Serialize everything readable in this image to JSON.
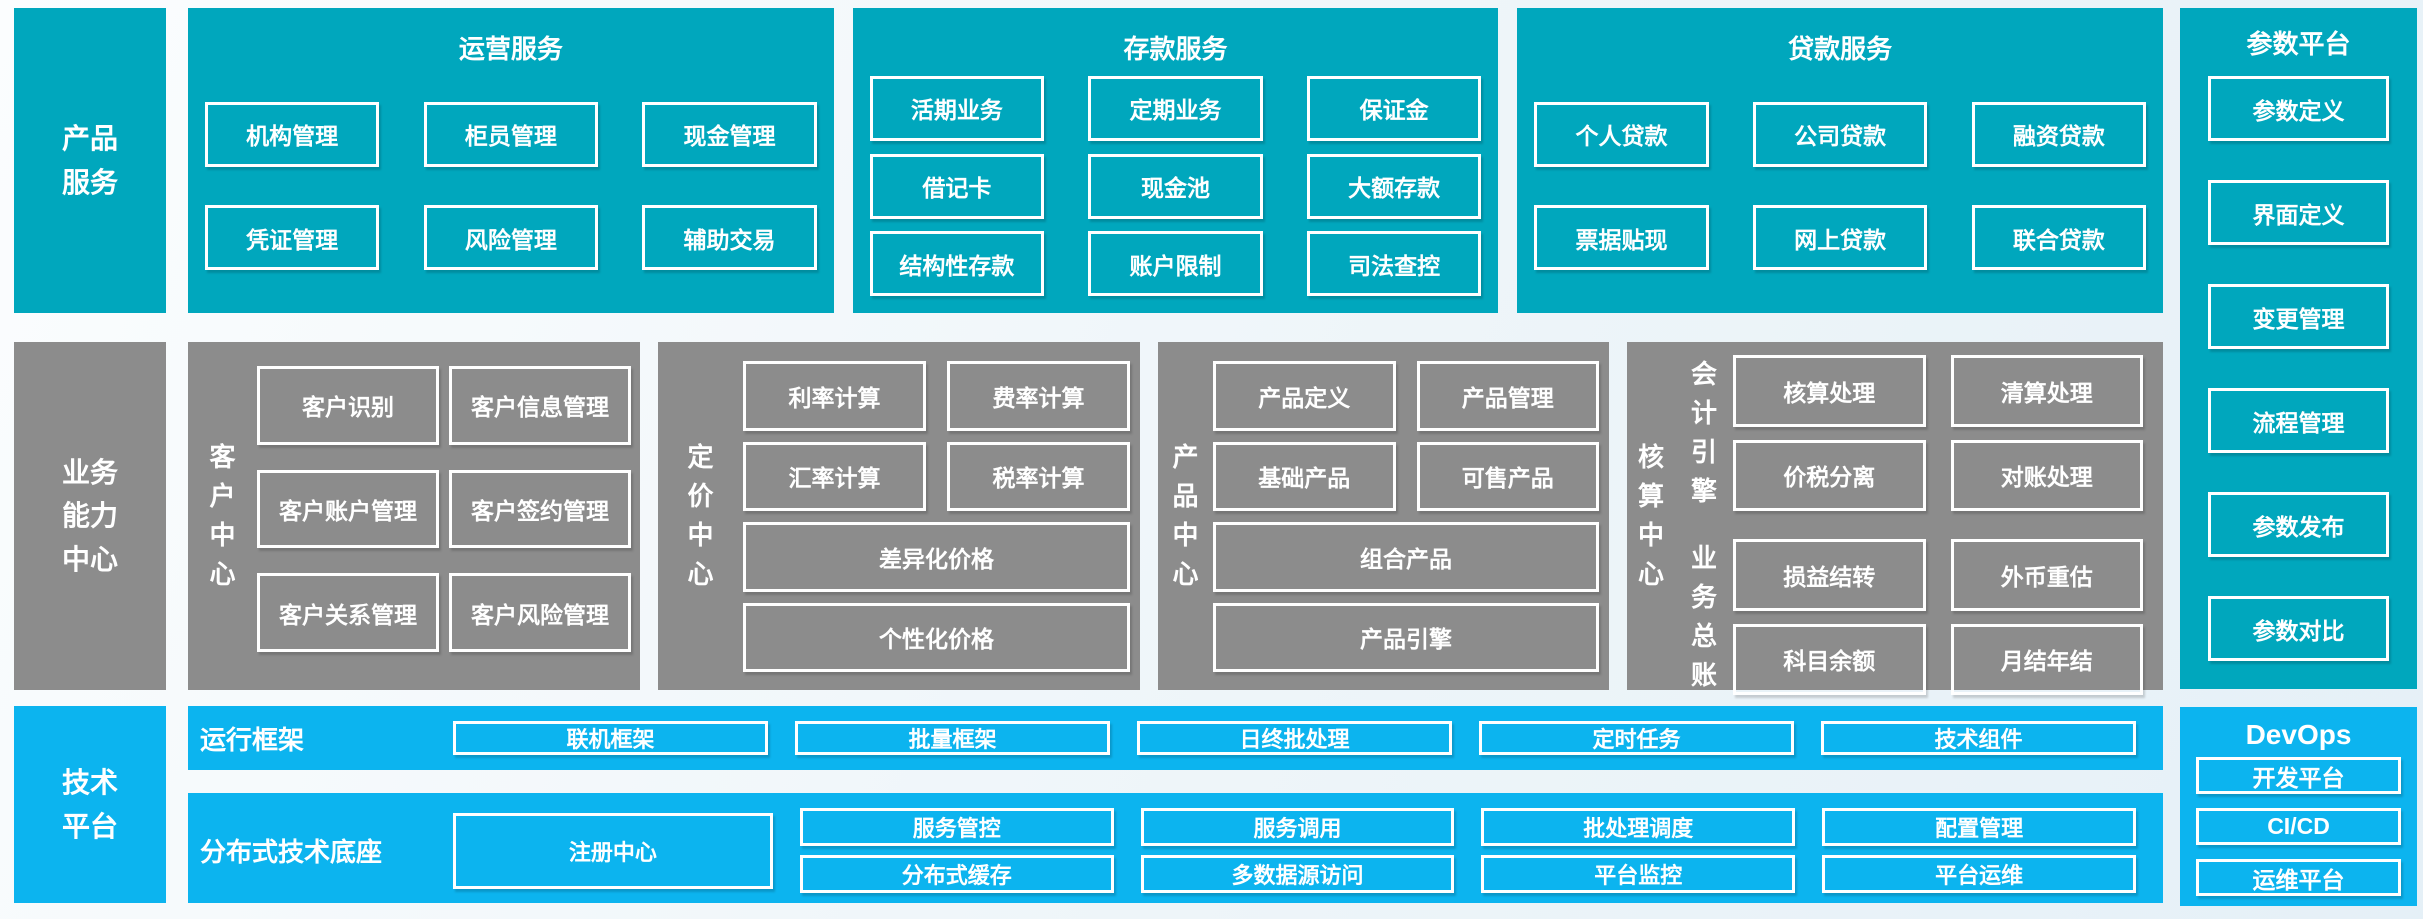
{
  "colors": {
    "teal": "#00a7bd",
    "blue": "#0cb4ef",
    "gray": "#8c8c8c"
  },
  "left_labels": {
    "products": "产品服务",
    "business": "业务能力中心",
    "tech": "技术平台"
  },
  "top_sections": [
    {
      "title": "运营服务",
      "rows": [
        [
          "机构管理",
          "柜员管理",
          "现金管理"
        ],
        [
          "凭证管理",
          "风险管理",
          "辅助交易"
        ]
      ]
    },
    {
      "title": "存款服务",
      "rows": [
        [
          "活期业务",
          "定期业务",
          "保证金"
        ],
        [
          "借记卡",
          "现金池",
          "大额存款"
        ],
        [
          "结构性存款",
          "账户限制",
          "司法查控"
        ]
      ]
    },
    {
      "title": "贷款服务",
      "rows": [
        [
          "个人贷款",
          "公司贷款",
          "融资贷款"
        ],
        [
          "票据贴现",
          "网上贷款",
          "联合贷款"
        ]
      ]
    }
  ],
  "param_platform": {
    "title": "参数平台",
    "items": [
      "参数定义",
      "界面定义",
      "变更管理",
      "流程管理",
      "参数发布",
      "参数对比"
    ]
  },
  "devops": {
    "title": "DevOps",
    "items": [
      "开发平台",
      "CI/CD",
      "运维平台"
    ]
  },
  "middle_sections": {
    "customer": {
      "label": "客户中心",
      "boxes": [
        "客户识别",
        "客户信息管理",
        "客户账户管理",
        "客户签约管理",
        "客户关系管理",
        "客户风险管理"
      ]
    },
    "pricing": {
      "label": "定价中心",
      "boxes": [
        "利率计算",
        "费率计算",
        "汇率计算",
        "税率计算"
      ],
      "wide": [
        "差异化价格",
        "个性化价格"
      ]
    },
    "product": {
      "label": "产品中心",
      "boxes": [
        "产品定义",
        "产品管理",
        "基础产品",
        "可售产品"
      ],
      "wide": [
        "组合产品",
        "产品引擎"
      ]
    },
    "accounting": {
      "label": "核算中心",
      "groups": [
        {
          "label": "会计引擎",
          "boxes": [
            "核算处理",
            "清算处理",
            "价税分离",
            "对账处理"
          ]
        },
        {
          "label": "业务总账",
          "boxes": [
            "损益结转",
            "外币重估",
            "科目余额",
            "月结年结"
          ]
        }
      ]
    }
  },
  "runtime_framework": {
    "label": "运行框架",
    "items": [
      "联机框架",
      "批量框架",
      "日终批处理",
      "定时任务",
      "技术组件"
    ]
  },
  "distributed_base": {
    "label": "分布式技术底座",
    "registry": "注册中心",
    "columns": [
      [
        "服务管控",
        "分布式缓存"
      ],
      [
        "服务调用",
        "多数据源访问"
      ],
      [
        "批处理调度",
        "平台监控"
      ],
      [
        "配置管理",
        "平台运维"
      ]
    ]
  }
}
